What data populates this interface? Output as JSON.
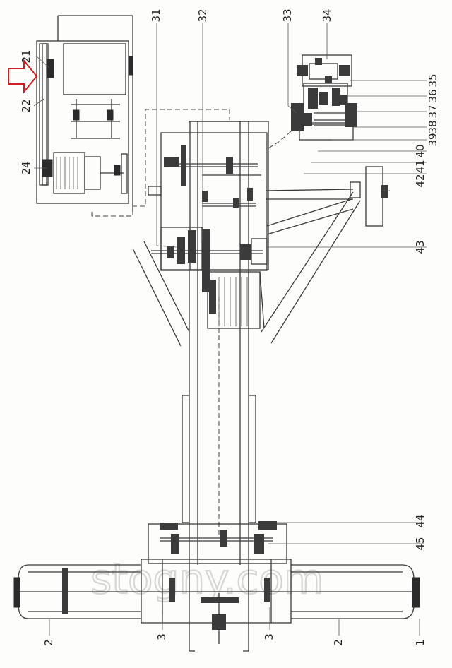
{
  "labels": [
    {
      "id": "1",
      "text": "1"
    },
    {
      "id": "2a",
      "text": "2"
    },
    {
      "id": "2b",
      "text": "2"
    },
    {
      "id": "3a",
      "text": "3"
    },
    {
      "id": "3b",
      "text": "3"
    },
    {
      "id": "21",
      "text": "21"
    },
    {
      "id": "22",
      "text": "22"
    },
    {
      "id": "24",
      "text": "24"
    },
    {
      "id": "31",
      "text": "31"
    },
    {
      "id": "32",
      "text": "32"
    },
    {
      "id": "33",
      "text": "33"
    },
    {
      "id": "34",
      "text": "34"
    },
    {
      "id": "35",
      "text": "35"
    },
    {
      "id": "36",
      "text": "36"
    },
    {
      "id": "37",
      "text": "37"
    },
    {
      "id": "38",
      "text": "38"
    },
    {
      "id": "39",
      "text": "39"
    },
    {
      "id": "40",
      "text": "40"
    },
    {
      "id": "41",
      "text": "41"
    },
    {
      "id": "42",
      "text": "42"
    },
    {
      "id": "43",
      "text": "43"
    },
    {
      "id": "44",
      "text": "44"
    },
    {
      "id": "45",
      "text": "45"
    }
  ],
  "watermark": "stogny.com",
  "colors": {
    "ink": "#3a3a3a",
    "arrow": "#d21e1e",
    "watermark": "#c9c9c9"
  },
  "icons": {
    "pointer": "red-outline-arrow-right"
  }
}
